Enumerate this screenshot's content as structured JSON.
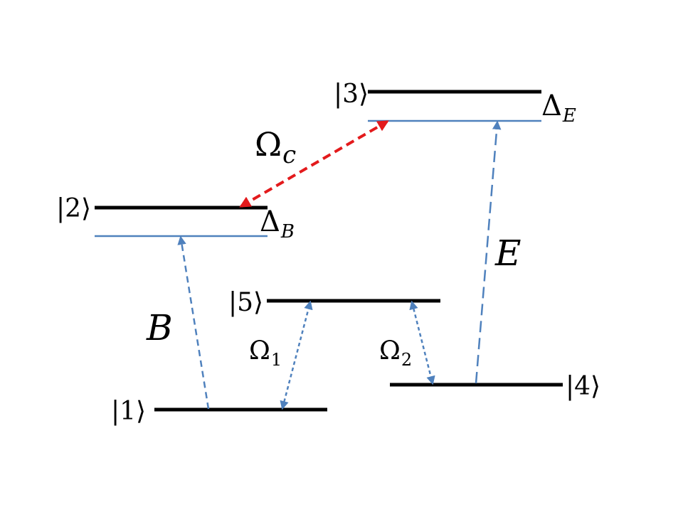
{
  "states": {
    "s1": "|1⟩",
    "s2": "|2⟩",
    "s3": "|3⟩",
    "s4": "|4⟩",
    "s5": "|5⟩"
  },
  "detunings": {
    "delta_b": {
      "base": "Δ",
      "sub": "B"
    },
    "delta_e": {
      "base": "Δ",
      "sub": "E"
    }
  },
  "transitions": {
    "omega_c": {
      "base": "Ω",
      "sub": "c"
    },
    "omega_1": {
      "base": "Ω",
      "sub": "1"
    },
    "omega_2": {
      "base": "Ω",
      "sub": "2"
    },
    "b": "B",
    "e": "E"
  },
  "colors": {
    "level": "#000000",
    "virtual_level": "#4f81bd",
    "probe_arrow": "#4f81bd",
    "coupling_arrow": "#e31a1c"
  }
}
